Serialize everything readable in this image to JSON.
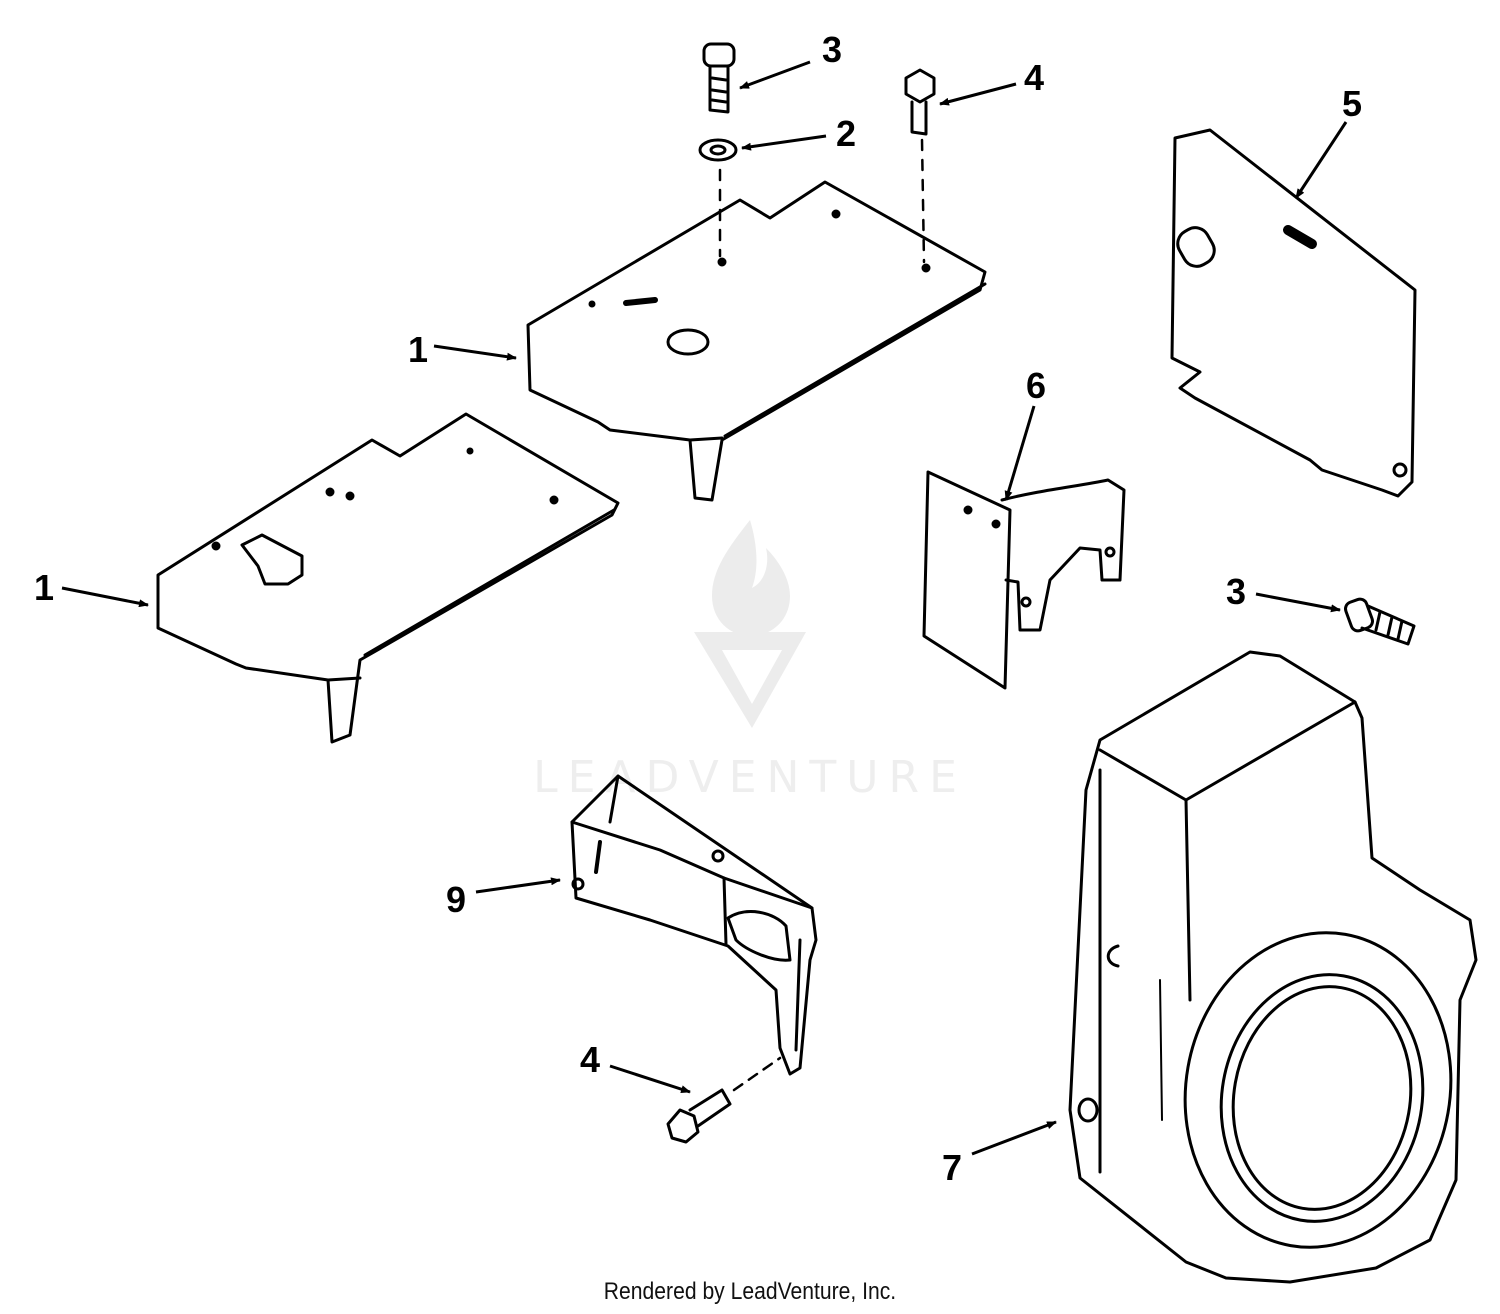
{
  "callouts": {
    "c1a": "1",
    "c1b": "1",
    "c2": "2",
    "c3a": "3",
    "c3b": "3",
    "c4a": "4",
    "c4b": "4",
    "c5": "5",
    "c6": "6",
    "c7": "7",
    "c9": "9"
  },
  "watermark": {
    "text": "LEADVENTURE"
  },
  "footer": {
    "text": "Rendered by LeadVenture, Inc."
  },
  "colors": {
    "line": "#000000",
    "watermark": "#eeeeee",
    "background": "#ffffff"
  }
}
